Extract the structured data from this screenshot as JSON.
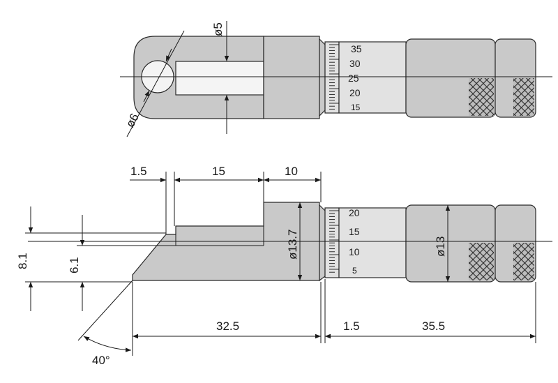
{
  "top_view": {
    "dim_phi5": "ø5",
    "dim_phi6": "ø6",
    "scale_labels": [
      "35",
      "30",
      "25",
      "20",
      "15"
    ]
  },
  "side_view": {
    "dim_1_5_top": "1.5",
    "dim_15": "15",
    "dim_10": "10",
    "dim_8_1": "8.1",
    "dim_6_1": "6.1",
    "dim_phi13_7": "ø13.7",
    "dim_phi13": "ø13",
    "dim_32_5": "32.5",
    "dim_1_5_bottom": "1.5",
    "dim_35_5": "35.5",
    "dim_40deg": "40°",
    "scale_labels": [
      "20",
      "15",
      "10",
      "5"
    ]
  },
  "colors": {
    "metal": "#c9c9c9",
    "knurl": "#2a2a2a",
    "line": "#1a1a1a"
  }
}
